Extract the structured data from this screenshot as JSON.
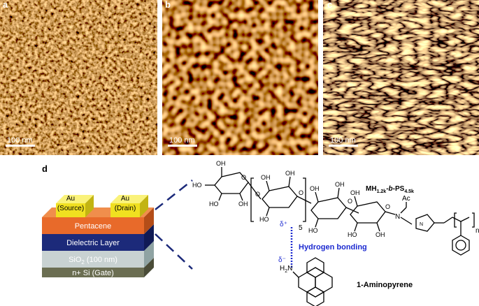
{
  "panels": [
    {
      "label": "a",
      "scale_text": "100 nm"
    },
    {
      "label": "b",
      "scale_text": "100 nm"
    },
    {
      "label": "c",
      "scale_text": "100 nm"
    }
  ],
  "device": {
    "label": "d",
    "electrode_metal": "Au",
    "source": "(Source)",
    "drain": "(Drain)",
    "pentacene": "Pentacene",
    "dielectric": "Dielectric Layer",
    "sio2_prefix": "SiO",
    "sio2_sub": "2",
    "sio2_suffix": " (100 nm)",
    "gate": "n+ Si (Gate)",
    "colors": {
      "gold": "#f0e020",
      "pentacene": "#e86a2a",
      "dielectric": "#1c2a7a",
      "sio2": "#b8c8c8",
      "si": "#6b6e52"
    }
  },
  "chem": {
    "oh": "OH",
    "ho": "HO",
    "o": "O",
    "n": "N",
    "ac": "Ac",
    "repeat": "5",
    "n_repeat": "n",
    "polymer_main": "MH",
    "polymer_sub1": "1.2k",
    "polymer_mid": "-",
    "polymer_b": "b",
    "polymer_ps": "-PS",
    "polymer_sub2": "4.5k",
    "delta_plus": "δ⁺",
    "delta_minus": "δ⁻",
    "hbond": "Hydrogen bonding",
    "amine_h": "H",
    "amine_sub": "2",
    "amine_n": "N",
    "pyrene": "1-Aminopyrene"
  }
}
